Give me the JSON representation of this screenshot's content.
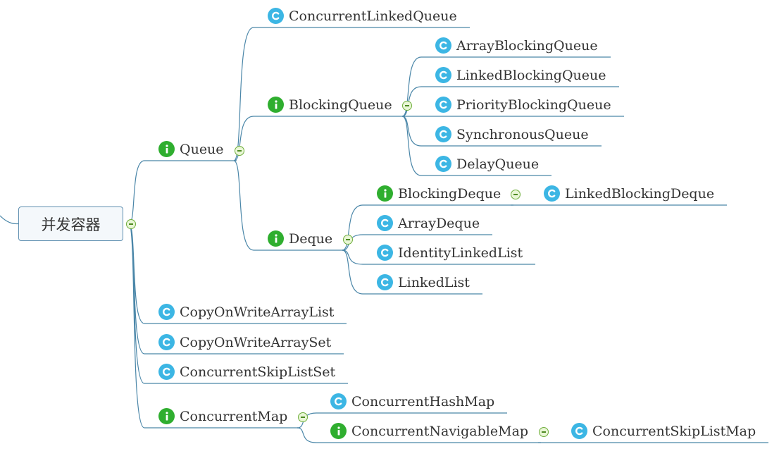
{
  "colors": {
    "class_icon": "#3cb6e4",
    "interface_icon": "#2fae2f",
    "connector": "#4a86a8",
    "toggle_fill": "#e9f6d6"
  },
  "icons": {
    "class": "class-icon",
    "interface": "interface-icon",
    "collapse": "collapse-toggle-icon"
  },
  "root": {
    "label": "并发容器"
  },
  "nodes": {
    "queue": {
      "label": "Queue",
      "kind": "interface"
    },
    "concurrent_linked_queue": {
      "label": "ConcurrentLinkedQueue",
      "kind": "class"
    },
    "blocking_queue": {
      "label": "BlockingQueue",
      "kind": "interface"
    },
    "array_blocking_queue": {
      "label": "ArrayBlockingQueue",
      "kind": "class"
    },
    "linked_blocking_queue": {
      "label": "LinkedBlockingQueue",
      "kind": "class"
    },
    "priority_blocking_queue": {
      "label": "PriorityBlockingQueue",
      "kind": "class"
    },
    "synchronous_queue": {
      "label": "SynchronousQueue",
      "kind": "class"
    },
    "delay_queue": {
      "label": "DelayQueue",
      "kind": "class"
    },
    "deque": {
      "label": "Deque",
      "kind": "interface"
    },
    "blocking_deque": {
      "label": "BlockingDeque",
      "kind": "interface"
    },
    "linked_blocking_deque": {
      "label": "LinkedBlockingDeque",
      "kind": "class"
    },
    "array_deque": {
      "label": "ArrayDeque",
      "kind": "class"
    },
    "identity_linked_list": {
      "label": "IdentityLinkedList",
      "kind": "class"
    },
    "linked_list": {
      "label": "LinkedList",
      "kind": "class"
    },
    "copy_on_write_array_list": {
      "label": "CopyOnWriteArrayList",
      "kind": "class"
    },
    "copy_on_write_array_set": {
      "label": "CopyOnWriteArraySet",
      "kind": "class"
    },
    "concurrent_skip_list_set": {
      "label": "ConcurrentSkipListSet",
      "kind": "class"
    },
    "concurrent_map": {
      "label": "ConcurrentMap",
      "kind": "interface"
    },
    "concurrent_hash_map": {
      "label": "ConcurrentHashMap",
      "kind": "class"
    },
    "concurrent_navigable_map": {
      "label": "ConcurrentNavigableMap",
      "kind": "interface"
    },
    "concurrent_skip_list_map": {
      "label": "ConcurrentSkipListMap",
      "kind": "class"
    }
  },
  "edges": [
    [
      "root",
      "queue"
    ],
    [
      "root",
      "copy_on_write_array_list"
    ],
    [
      "root",
      "copy_on_write_array_set"
    ],
    [
      "root",
      "concurrent_skip_list_set"
    ],
    [
      "root",
      "concurrent_map"
    ],
    [
      "queue",
      "concurrent_linked_queue"
    ],
    [
      "queue",
      "blocking_queue"
    ],
    [
      "queue",
      "deque"
    ],
    [
      "blocking_queue",
      "array_blocking_queue"
    ],
    [
      "blocking_queue",
      "linked_blocking_queue"
    ],
    [
      "blocking_queue",
      "priority_blocking_queue"
    ],
    [
      "blocking_queue",
      "synchronous_queue"
    ],
    [
      "blocking_queue",
      "delay_queue"
    ],
    [
      "deque",
      "blocking_deque"
    ],
    [
      "deque",
      "array_deque"
    ],
    [
      "deque",
      "identity_linked_list"
    ],
    [
      "deque",
      "linked_list"
    ],
    [
      "blocking_deque",
      "linked_blocking_deque"
    ],
    [
      "concurrent_map",
      "concurrent_hash_map"
    ],
    [
      "concurrent_map",
      "concurrent_navigable_map"
    ],
    [
      "concurrent_navigable_map",
      "concurrent_skip_list_map"
    ]
  ]
}
